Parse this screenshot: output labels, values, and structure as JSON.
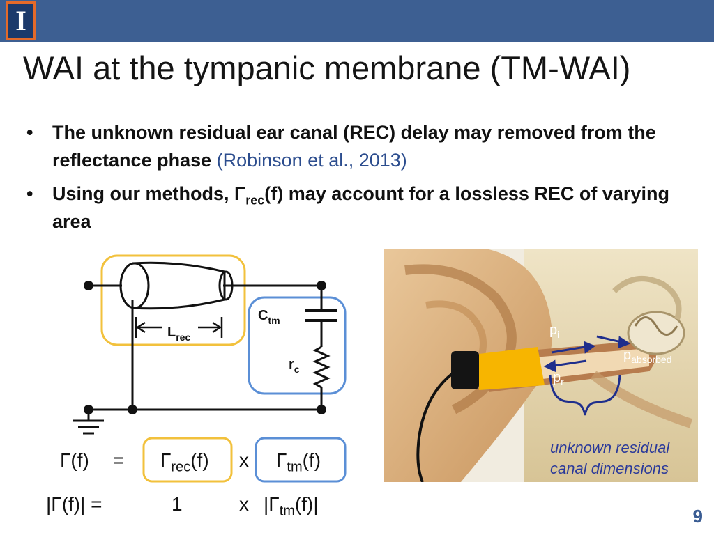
{
  "title": "WAI at the tympanic membrane (TM-WAI)",
  "bullets": [
    {
      "pre": "The unknown residual ear canal (REC) delay may removed from the reflectance phase ",
      "cite": "(Robinson et al., 2013)"
    },
    {
      "pre": "Using our methods, Γ",
      "sub": "rec",
      "post": "(f) may account for a lossless REC of varying area"
    }
  ],
  "circuit": {
    "l_main": "L",
    "l_sub": "rec",
    "c_main": "C",
    "c_sub": "tm",
    "r_main": "r",
    "r_sub": "c"
  },
  "equations": {
    "row1": {
      "lhs": "Γ(f)",
      "eq": "=",
      "rec_main": "Γ",
      "rec_sub": "rec",
      "rec_arg": "(f)",
      "times": "x",
      "tm_main": "Γ",
      "tm_sub": "tm",
      "tm_arg": "(f)"
    },
    "row2": {
      "lhs": "|Γ(f)| =",
      "one": "1",
      "times": "x",
      "tm_pre": "|Γ",
      "tm_sub": "tm",
      "tm_post": "(f)|"
    }
  },
  "ear_image": {
    "p_i_main": "p",
    "p_i_sub": "i",
    "p_r_main": "p",
    "p_r_sub": "r",
    "p_abs_main": "p",
    "p_abs_sub": "absorbed",
    "caption_line1": "unknown residual",
    "caption_line2": "canal dimensions"
  },
  "page_number": "9",
  "colors": {
    "header": "#3d5f92",
    "accent_yellow": "#f2c13c",
    "accent_blue": "#5b8fd6",
    "probe_orange": "#f7b500",
    "arrow_navy": "#1f2e8c",
    "citation": "#2c4d8e"
  },
  "icons": [
    "university-logo-icon",
    "ground-icon",
    "resistor-icon",
    "capacitor-icon"
  ]
}
